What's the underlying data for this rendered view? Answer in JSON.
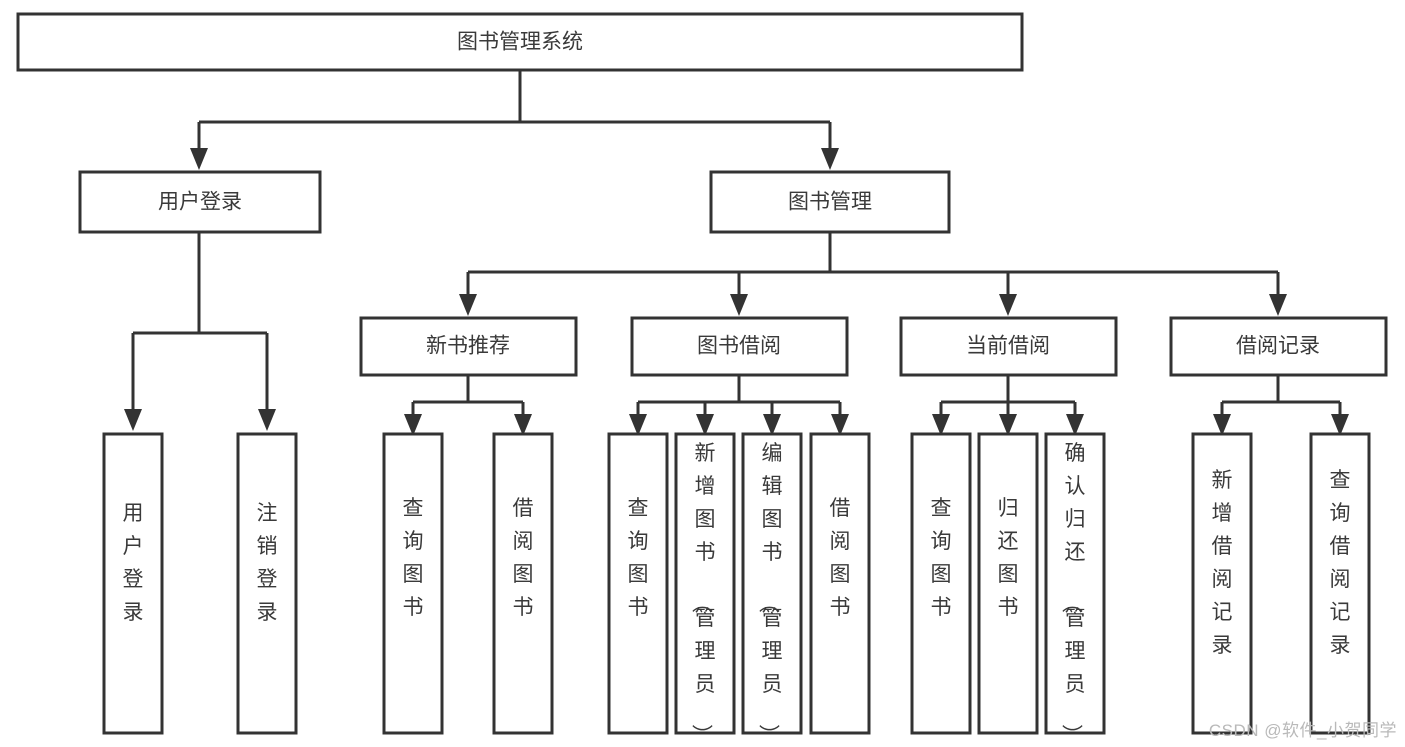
{
  "diagram": {
    "title": "图书管理系统",
    "watermark": "CSDN @软件_小贺同学",
    "colors": {
      "background": "#ffffff",
      "box_fill": "#ffffff",
      "box_stroke": "#333333",
      "text": "#3a3a3a",
      "watermark": "#b9b9b9"
    },
    "type": "tree",
    "root": {
      "id": "root",
      "label": "图书管理系统"
    },
    "level2": [
      {
        "id": "user-login",
        "label": "用户登录"
      },
      {
        "id": "book-management",
        "label": "图书管理"
      }
    ],
    "level3": [
      {
        "id": "new-book-recommend",
        "label": "新书推荐"
      },
      {
        "id": "book-borrow",
        "label": "图书借阅"
      },
      {
        "id": "current-borrow",
        "label": "当前借阅"
      },
      {
        "id": "borrow-record",
        "label": "借阅记录"
      }
    ],
    "leaves": {
      "user-login": [
        {
          "id": "leaf-user-login",
          "label": "用户登录"
        },
        {
          "id": "leaf-logout",
          "label": "注销登录"
        }
      ],
      "new-book-recommend": [
        {
          "id": "leaf-query-book-1",
          "label": "查询图书"
        },
        {
          "id": "leaf-borrow-book-1",
          "label": "借阅图书"
        }
      ],
      "book-borrow": [
        {
          "id": "leaf-query-book-2",
          "label": "查询图书"
        },
        {
          "id": "leaf-add-book",
          "label": "新增图书（管理员）"
        },
        {
          "id": "leaf-edit-book",
          "label": "编辑图书（管理员）"
        },
        {
          "id": "leaf-borrow-book-2",
          "label": "借阅图书"
        }
      ],
      "current-borrow": [
        {
          "id": "leaf-query-book-3",
          "label": "查询图书"
        },
        {
          "id": "leaf-return-book",
          "label": "归还图书"
        },
        {
          "id": "leaf-confirm-return",
          "label": "确认归还（管理员）"
        }
      ],
      "borrow-record": [
        {
          "id": "leaf-add-record",
          "label": "新增借阅记录"
        },
        {
          "id": "leaf-query-record",
          "label": "查询借阅记录"
        }
      ]
    }
  }
}
